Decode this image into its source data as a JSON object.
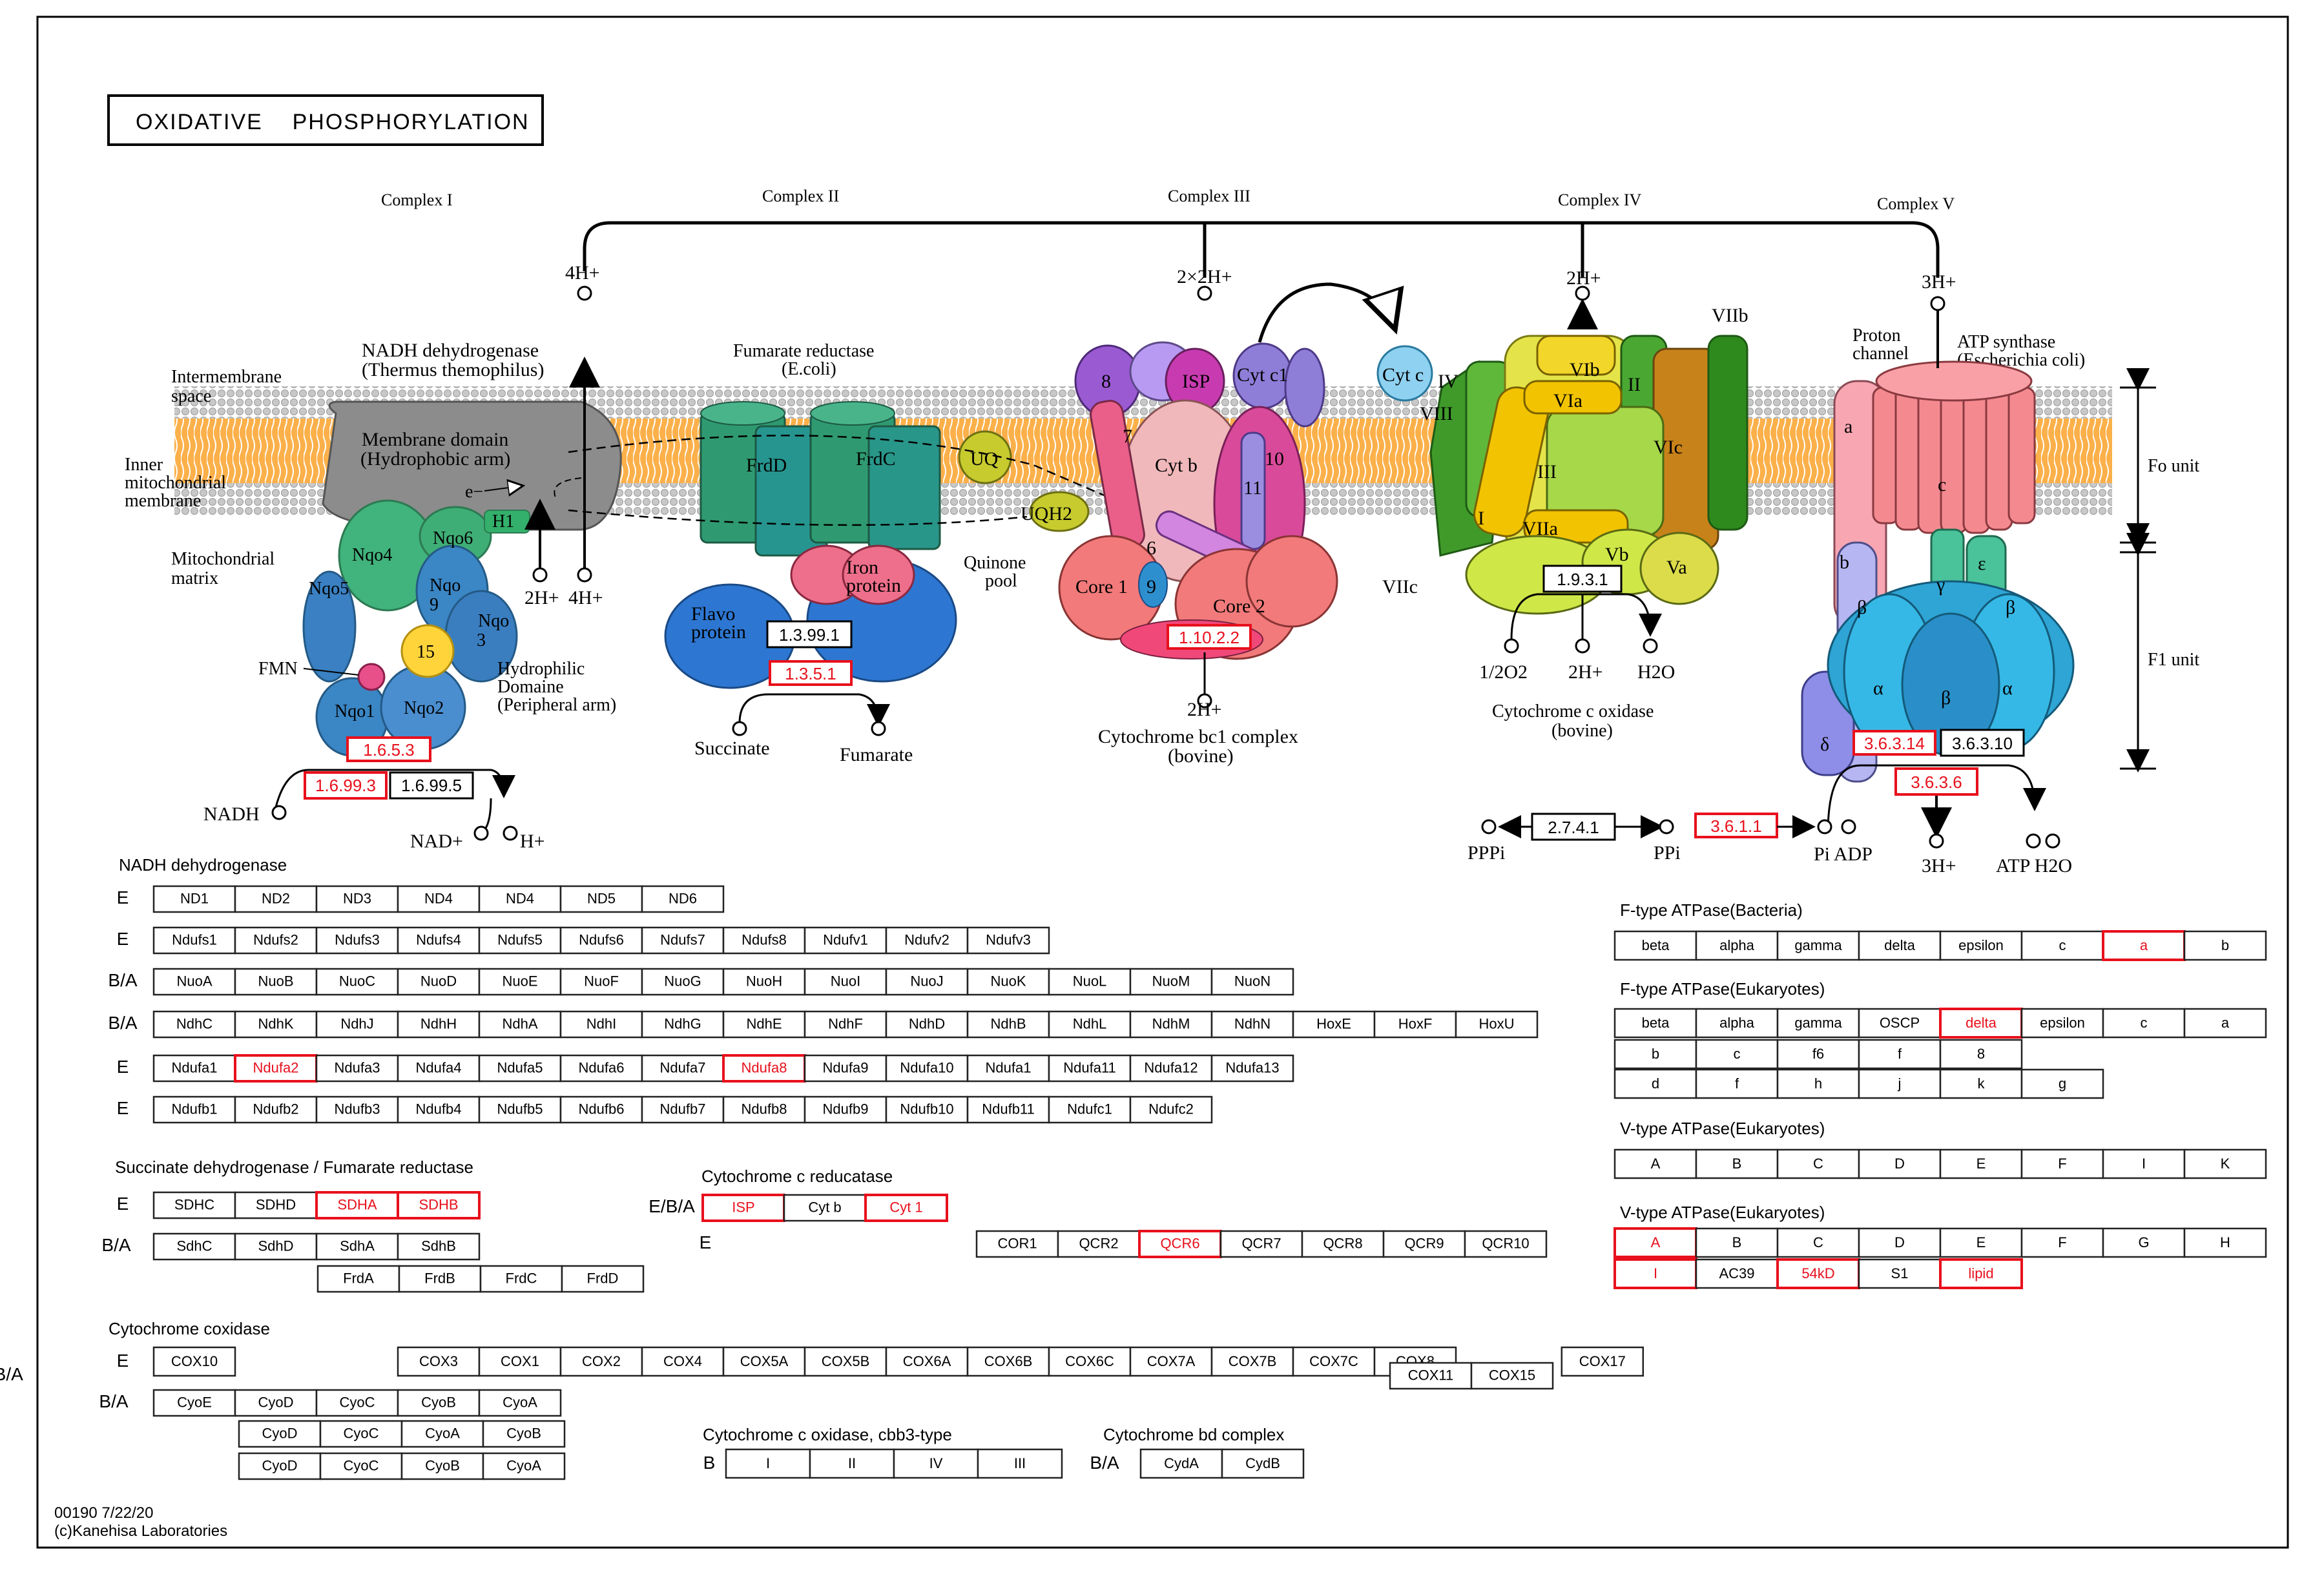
{
  "title": "OXIDATIVE    PHOSPHORYLATION",
  "footer": {
    "map_id": "00190 7/22/20",
    "copyright": "(c)Kanehisa Laboratories"
  },
  "colors": {
    "highlight": "#e8101c",
    "membrane_lipid": "#bdbdbd",
    "membrane_core": "#f7a13a",
    "box_border": "#222222"
  },
  "complex_labels": [
    "Complex I",
    "Complex II",
    "Complex III",
    "Complex IV",
    "Complex V"
  ],
  "proton_labels": [
    "4H+",
    "2×2H+",
    "2H+",
    "3H+"
  ],
  "region_labels": {
    "intermembrane": [
      "Intermembrane",
      "space"
    ],
    "inner": [
      "Inner",
      "mitochondrial",
      "membrane"
    ],
    "matrix": [
      "Mitochondrial",
      "matrix"
    ],
    "fo_unit": "Fo unit",
    "f1_unit": "F1 unit"
  },
  "complex1": {
    "title": [
      "NADH dehydrogenase",
      "(Thermus themophilus)"
    ],
    "membrane_domain": [
      "Membrane domain",
      "(Hydrophobic arm)"
    ],
    "subunits": [
      "Nqo4",
      "Nqo6",
      "Nqo",
      "9",
      "Nqo5",
      "Nqo",
      "3",
      "15",
      "Nqo1",
      "Nqo2",
      "H1",
      "e−"
    ],
    "fmn": "FMN",
    "hydrophilic": [
      "Hydrophilic",
      "Domaine",
      "(Peripheral arm)"
    ],
    "protons": [
      "2H+",
      "4H+"
    ],
    "ec": [
      "1.6.5.3",
      "1.6.99.3",
      "1.6.99.5"
    ],
    "nadh": "NADH",
    "products": [
      "NAD+",
      "H+"
    ]
  },
  "complex2": {
    "title": [
      "Fumarate reductase",
      "(E.coli)"
    ],
    "subunits": [
      "FrdD",
      "FrdC",
      "Iron",
      "protein",
      "Flavo",
      "protein"
    ],
    "ec": [
      "1.3.99.1",
      "1.3.5.1"
    ],
    "substrate": "Succinate",
    "product": "Fumarate",
    "quinone": [
      "UQ",
      "UQH2",
      "Quinone",
      "pool"
    ]
  },
  "complex3": {
    "subunits": [
      "8",
      "ISP",
      "Cyt c1",
      "7",
      "Cyt b",
      "10",
      "11",
      "6",
      "9",
      "Core 1",
      "Core 2"
    ],
    "ec": "1.10.2.2",
    "proton_out": "2H+",
    "title": [
      "Cytochrome bc1 complex",
      "(bovine)"
    ],
    "cytc": "Cyt c"
  },
  "complex4": {
    "subunits": [
      "IV",
      "VIII",
      "VIb",
      "VIa",
      "II",
      "III",
      "VIc",
      "I",
      "VIIa",
      "Vb",
      "Va",
      "VIIb",
      "VIIc"
    ],
    "ec": "1.9.3.1",
    "products": [
      "1/2O2",
      "2H+",
      "H2O"
    ],
    "title": [
      "Cytochrome c oxidase",
      "(bovine)"
    ]
  },
  "complex5": {
    "title": [
      "Proton",
      "channel",
      "ATP synthase",
      "(Escherichia coli)"
    ],
    "subunits": [
      "a",
      "c",
      "b",
      "γ",
      "ε",
      "β",
      "β",
      "α",
      "β",
      "α",
      "δ"
    ],
    "ec": [
      "3.6.3.14",
      "3.6.3.10",
      "3.6.3.6",
      "2.7.4.1",
      "3.6.1.1"
    ],
    "compounds": [
      "PPPi",
      "PPi",
      "Pi ADP",
      "3H+",
      "ATP H2O"
    ]
  },
  "gene_tables": {
    "nadh": {
      "title": "NADH dehydrogenase",
      "rows": [
        {
          "label": "E",
          "items": [
            [
              "ND1",
              0
            ],
            [
              "ND2",
              0
            ],
            [
              "ND3",
              0
            ],
            [
              "ND4",
              0
            ],
            [
              "ND4",
              0
            ],
            [
              "ND5",
              0
            ],
            [
              "ND6",
              0
            ]
          ]
        },
        {
          "label": "E",
          "items": [
            [
              "Ndufs1",
              0
            ],
            [
              "Ndufs2",
              0
            ],
            [
              "Ndufs3",
              0
            ],
            [
              "Ndufs4",
              0
            ],
            [
              "Ndufs5",
              0
            ],
            [
              "Ndufs6",
              0
            ],
            [
              "Ndufs7",
              0
            ],
            [
              "Ndufs8",
              0
            ],
            [
              "Ndufv1",
              0
            ],
            [
              "Ndufv2",
              0
            ],
            [
              "Ndufv3",
              0
            ]
          ]
        },
        {
          "label": "B/A",
          "items": [
            [
              "NuoA",
              0
            ],
            [
              "NuoB",
              0
            ],
            [
              "NuoC",
              0
            ],
            [
              "NuoD",
              0
            ],
            [
              "NuoE",
              0
            ],
            [
              "NuoF",
              0
            ],
            [
              "NuoG",
              0
            ],
            [
              "NuoH",
              0
            ],
            [
              "NuoI",
              0
            ],
            [
              "NuoJ",
              0
            ],
            [
              "NuoK",
              0
            ],
            [
              "NuoL",
              0
            ],
            [
              "NuoM",
              0
            ],
            [
              "NuoN",
              0
            ]
          ]
        },
        {
          "label": "B/A",
          "items": [
            [
              "NdhC",
              0
            ],
            [
              "NdhK",
              0
            ],
            [
              "NdhJ",
              0
            ],
            [
              "NdhH",
              0
            ],
            [
              "NdhA",
              0
            ],
            [
              "NdhI",
              0
            ],
            [
              "NdhG",
              0
            ],
            [
              "NdhE",
              0
            ],
            [
              "NdhF",
              0
            ],
            [
              "NdhD",
              0
            ],
            [
              "NdhB",
              0
            ],
            [
              "NdhL",
              0
            ],
            [
              "NdhM",
              0
            ],
            [
              "NdhN",
              0
            ],
            [
              "HoxE",
              0
            ],
            [
              "HoxF",
              0
            ],
            [
              "HoxU",
              0
            ]
          ]
        },
        {
          "label": "E",
          "items": [
            [
              "Ndufa1",
              0
            ],
            [
              "Ndufa2",
              1
            ],
            [
              "Ndufa3",
              0
            ],
            [
              "Ndufa4",
              0
            ],
            [
              "Ndufa5",
              0
            ],
            [
              "Ndufa6",
              0
            ],
            [
              "Ndufa7",
              0
            ],
            [
              "Ndufa8",
              1
            ],
            [
              "Ndufa9",
              0
            ],
            [
              "Ndufa10",
              0
            ],
            [
              "Ndufa1",
              0
            ],
            [
              "Ndufa11",
              0
            ],
            [
              "Ndufa12",
              0
            ],
            [
              "Ndufa13",
              0
            ]
          ]
        },
        {
          "label": "E",
          "items": [
            [
              "Ndufb1",
              0
            ],
            [
              "Ndufb2",
              0
            ],
            [
              "Ndufb3",
              0
            ],
            [
              "Ndufb4",
              0
            ],
            [
              "Ndufb5",
              0
            ],
            [
              "Ndufb6",
              0
            ],
            [
              "Ndufb7",
              0
            ],
            [
              "Ndufb8",
              0
            ],
            [
              "Ndufb9",
              0
            ],
            [
              "Ndufb10",
              0
            ],
            [
              "Ndufb11",
              0
            ],
            [
              "Ndufc1",
              0
            ],
            [
              "Ndufc2",
              0
            ]
          ]
        }
      ]
    },
    "sdh": {
      "title": "Succinate dehydrogenase / Fumarate reductase",
      "rows": [
        {
          "label": "E",
          "items": [
            [
              "SDHC",
              0
            ],
            [
              "SDHD",
              0
            ],
            [
              "SDHA",
              1
            ],
            [
              "SDHB",
              1
            ]
          ]
        },
        {
          "label": "B/A",
          "items": [
            [
              "SdhC",
              0
            ],
            [
              "SdhD",
              0
            ],
            [
              "SdhA",
              0
            ],
            [
              "SdhB",
              0
            ]
          ]
        },
        {
          "label": "",
          "items": [
            [
              "FrdA",
              0
            ],
            [
              "FrdB",
              0
            ],
            [
              "FrdC",
              0
            ],
            [
              "FrdD",
              0
            ]
          ]
        }
      ]
    },
    "cytc_reductase": {
      "title": "Cytochrome c reducatase",
      "rows": [
        {
          "label": "E/B/A",
          "items": [
            [
              "ISP",
              1
            ],
            [
              "Cyt b",
              0
            ],
            [
              "Cyt 1",
              1
            ]
          ]
        },
        {
          "label": "E",
          "items": [
            [
              "COR1",
              0
            ],
            [
              "QCR2",
              0
            ],
            [
              "QCR6",
              1
            ],
            [
              "QCR7",
              0
            ],
            [
              "QCR8",
              0
            ],
            [
              "QCR9",
              0
            ],
            [
              "QCR10",
              0
            ]
          ]
        }
      ]
    },
    "cox": {
      "title": "Cytochrome coxidase",
      "rows": [
        {
          "label": "E",
          "items": [
            [
              "COX10",
              0
            ],
            [
              "COX3",
              0
            ],
            [
              "COX1",
              0
            ],
            [
              "COX2",
              0
            ],
            [
              "COX4",
              0
            ],
            [
              "COX5A",
              0
            ],
            [
              "COX5B",
              0
            ],
            [
              "COX6A",
              0
            ],
            [
              "COX6B",
              0
            ],
            [
              "COX6C",
              0
            ],
            [
              "COX7A",
              0
            ],
            [
              "COX7B",
              0
            ],
            [
              "COX7C",
              0
            ],
            [
              "COX8",
              0
            ],
            [
              "COX17",
              0
            ]
          ]
        },
        {
          "label": "B/B/A",
          "items": [
            [
              "COX11",
              0
            ],
            [
              "COX15",
              0
            ]
          ]
        },
        {
          "label": "B/A",
          "items": [
            [
              "CyoE",
              0
            ],
            [
              "CyoD",
              0
            ],
            [
              "CyoC",
              0
            ],
            [
              "CyoB",
              0
            ],
            [
              "CyoA",
              0
            ]
          ]
        },
        {
          "label": "",
          "items": [
            [
              "CyoD",
              0
            ],
            [
              "CyoC",
              0
            ],
            [
              "CyoA",
              0
            ],
            [
              "CyoB",
              0
            ]
          ]
        },
        {
          "label": "",
          "items": [
            [
              "CyoD",
              0
            ],
            [
              "CyoC",
              0
            ],
            [
              "CyoB",
              0
            ],
            [
              "CyoA",
              0
            ]
          ]
        }
      ]
    },
    "cbb3": {
      "title": "Cytochrome c oxidase, cbb3-type",
      "rows": [
        {
          "label": "B",
          "items": [
            [
              "I",
              0
            ],
            [
              "II",
              0
            ],
            [
              "IV",
              0
            ],
            [
              "III",
              0
            ]
          ]
        }
      ]
    },
    "bd": {
      "title": "Cytochrome bd complex",
      "rows": [
        {
          "label": "B/A",
          "items": [
            [
              "CydA",
              0
            ],
            [
              "CydB",
              0
            ]
          ]
        }
      ]
    },
    "ftype_bacteria": {
      "title": "F-type ATPase(Bacteria)",
      "rows": [
        {
          "label": "",
          "items": [
            [
              "beta",
              0
            ],
            [
              "alpha",
              0
            ],
            [
              "gamma",
              0
            ],
            [
              "delta",
              0
            ],
            [
              "epsilon",
              0
            ],
            [
              "c",
              0
            ],
            [
              "a",
              1
            ],
            [
              "b",
              0
            ]
          ]
        }
      ]
    },
    "ftype_euk": {
      "title": "F-type ATPase(Eukaryotes)",
      "rows": [
        {
          "label": "",
          "items": [
            [
              "beta",
              0
            ],
            [
              "alpha",
              0
            ],
            [
              "gamma",
              0
            ],
            [
              "OSCP",
              0
            ],
            [
              "delta",
              1
            ],
            [
              "epsilon",
              0
            ],
            [
              "c",
              0
            ],
            [
              "a",
              0
            ]
          ]
        },
        {
          "label": "",
          "items": [
            [
              "b",
              0
            ],
            [
              "c",
              0
            ],
            [
              "f6",
              0
            ],
            [
              "f",
              0
            ],
            [
              "8",
              0
            ]
          ]
        },
        {
          "label": "",
          "items": [
            [
              "d",
              0
            ],
            [
              "f",
              0
            ],
            [
              "h",
              0
            ],
            [
              "j",
              0
            ],
            [
              "k",
              0
            ],
            [
              "g",
              0
            ]
          ]
        }
      ]
    },
    "vtype_euk1": {
      "title": "V-type ATPase(Eukaryotes)",
      "rows": [
        {
          "label": "",
          "items": [
            [
              "A",
              0
            ],
            [
              "B",
              0
            ],
            [
              "C",
              0
            ],
            [
              "D",
              0
            ],
            [
              "E",
              0
            ],
            [
              "F",
              0
            ],
            [
              "I",
              0
            ],
            [
              "K",
              0
            ]
          ]
        }
      ]
    },
    "vtype_euk2": {
      "title": "V-type ATPase(Eukaryotes)",
      "rows": [
        {
          "label": "",
          "items": [
            [
              "A",
              1
            ],
            [
              "B",
              0
            ],
            [
              "C",
              0
            ],
            [
              "D",
              0
            ],
            [
              "E",
              0
            ],
            [
              "F",
              0
            ],
            [
              "G",
              0
            ],
            [
              "H",
              0
            ]
          ]
        },
        {
          "label": "",
          "items": [
            [
              "I",
              1
            ],
            [
              "AC39",
              0
            ],
            [
              "54kD",
              1
            ],
            [
              "S1",
              0
            ],
            [
              "lipid",
              1
            ]
          ]
        }
      ]
    }
  }
}
